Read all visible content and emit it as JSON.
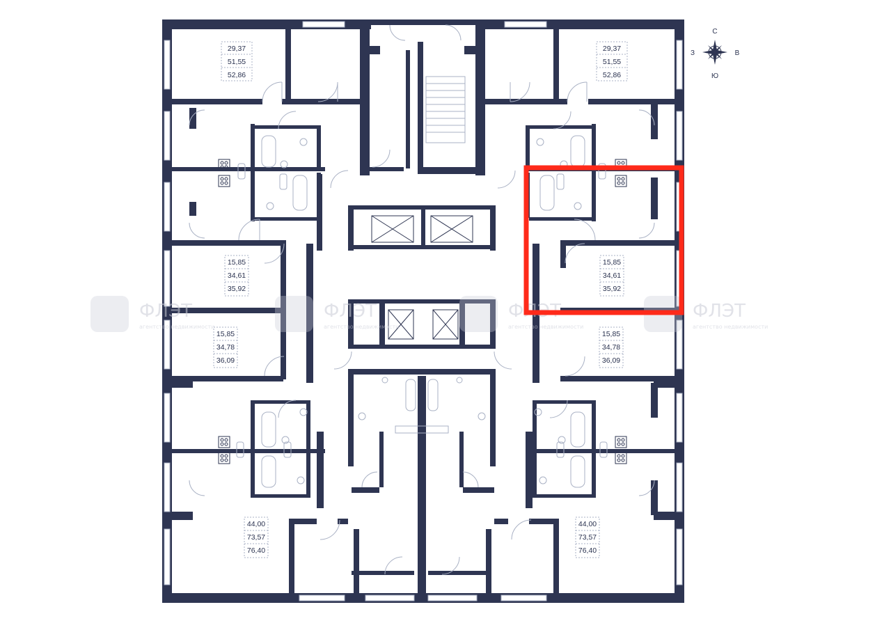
{
  "colors": {
    "wall": "#2e3552",
    "window": "#a9b1c4",
    "highlight": "#ff2a1a",
    "label": "#2b3350"
  },
  "compass": {
    "north": "С",
    "east": "В",
    "south": "Ю",
    "west": "З"
  },
  "watermark": {
    "brand": "ФЛЭТ",
    "tagline": "агентство недвижимости"
  },
  "units": [
    {
      "id": "top-left",
      "living": "29,37",
      "area": "51,55",
      "total": "52,86"
    },
    {
      "id": "top-right",
      "living": "29,37",
      "area": "51,55",
      "total": "52,86"
    },
    {
      "id": "mid-left-1",
      "living": "15,85",
      "area": "34,61",
      "total": "35,92"
    },
    {
      "id": "mid-right-1",
      "living": "15,85",
      "area": "34,61",
      "total": "35,92"
    },
    {
      "id": "mid-left-2",
      "living": "15,85",
      "area": "34,78",
      "total": "36,09"
    },
    {
      "id": "mid-right-2",
      "living": "15,85",
      "area": "34,78",
      "total": "36,09"
    },
    {
      "id": "bottom-left",
      "living": "44,00",
      "area": "73,57",
      "total": "76,40"
    },
    {
      "id": "bottom-right",
      "living": "44,00",
      "area": "73,57",
      "total": "76,40"
    }
  ],
  "highlight": {
    "unit": "mid-right-1",
    "label": "selected-apartment"
  }
}
